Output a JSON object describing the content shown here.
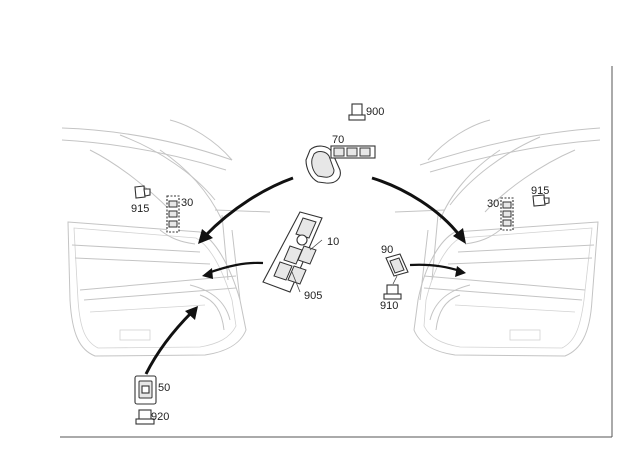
{
  "labels": {
    "p900": "900",
    "p70": "70",
    "p10": "10",
    "p905": "905",
    "p915_left": "915",
    "p30_left": "30",
    "p915_right": "915",
    "p30_right": "30",
    "p90": "90",
    "p910": "910",
    "p50": "50",
    "p920": "920"
  },
  "colors": {
    "line": "#333333",
    "faint": "#c4c4c4",
    "arrow": "#111111"
  }
}
